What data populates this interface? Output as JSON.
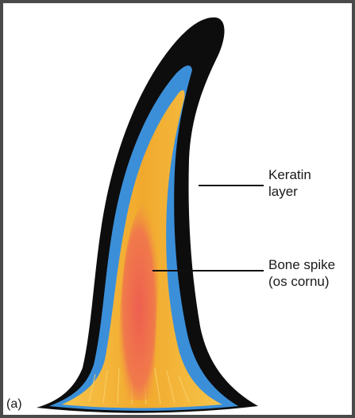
{
  "figure": {
    "panel_label": "(a)",
    "labels": {
      "keratin_line1": "Keratin",
      "keratin_line2": "layer",
      "bone_line1": "Bone spike",
      "bone_line2": "(os cornu)"
    },
    "colors": {
      "keratin_outer": "#0d0d0d",
      "keratin_blue": "#3b8fd9",
      "horn_yellow": "#f2b132",
      "bone_core": "#ee6a55",
      "frame": "#4a4a4a",
      "leader": "#111111"
    }
  }
}
